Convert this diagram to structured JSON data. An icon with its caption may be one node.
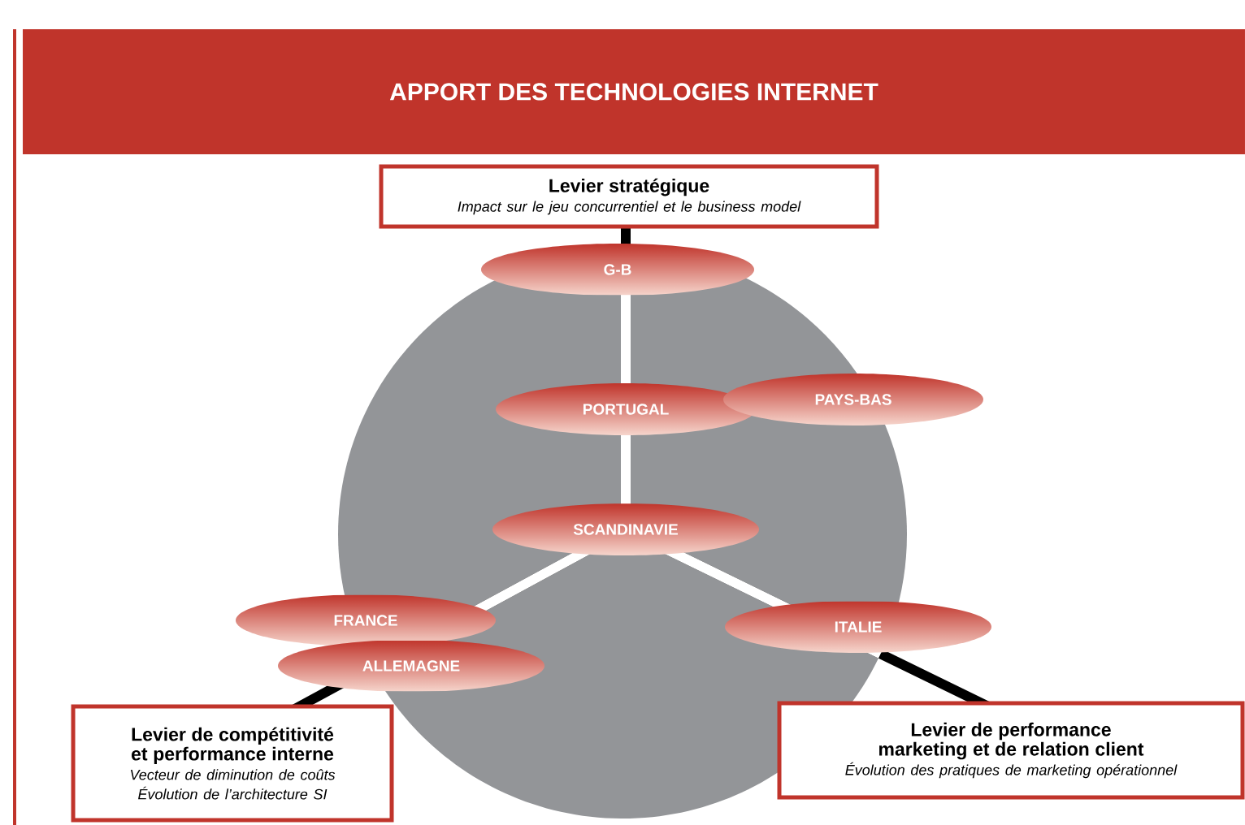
{
  "diagram": {
    "title": "APPORT DES TECHNOLOGIES INTERNET",
    "nodes": [
      {
        "text": [
          "Levier stratégique",
          "Impact sur le jeu concurrentiel et le business model"
        ]
      },
      {
        "text": [
          "G-B"
        ]
      },
      {
        "text": [
          "PORTUGAL"
        ]
      },
      {
        "text": [
          "PAYS-BAS"
        ]
      },
      {
        "text": [
          "SCANDINAVIE"
        ]
      },
      {
        "text": [
          "FRANCE"
        ]
      },
      {
        "text": [
          "ITALIE"
        ]
      },
      {
        "text": [
          "ALLEMAGNE"
        ]
      },
      {
        "text": [
          "Levier de compétitivité et performance interne",
          "Vecteur de diminution de coûts",
          "Évolution de l’architecture SI"
        ]
      },
      {
        "text": [
          "Levier de performance marketing et de relation client",
          "Évolution des pratiques de marketing opérationnel"
        ]
      }
    ]
  }
}
